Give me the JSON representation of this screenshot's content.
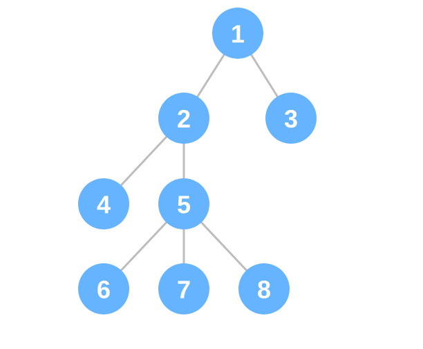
{
  "colors": {
    "node_fill": "#66b4ff",
    "node_text": "#ffffff",
    "edge": "#bdbdbd",
    "background": "#ffffff"
  },
  "nodes": [
    {
      "id": "n1",
      "label": "1"
    },
    {
      "id": "n2",
      "label": "2"
    },
    {
      "id": "n3",
      "label": "3"
    },
    {
      "id": "n4",
      "label": "4"
    },
    {
      "id": "n5",
      "label": "5"
    },
    {
      "id": "n6",
      "label": "6"
    },
    {
      "id": "n7",
      "label": "7"
    },
    {
      "id": "n8",
      "label": "8"
    }
  ],
  "edges": [
    {
      "from": "1",
      "to": "2"
    },
    {
      "from": "1",
      "to": "3"
    },
    {
      "from": "2",
      "to": "4"
    },
    {
      "from": "2",
      "to": "5"
    },
    {
      "from": "5",
      "to": "6"
    },
    {
      "from": "5",
      "to": "7"
    },
    {
      "from": "5",
      "to": "8"
    }
  ]
}
